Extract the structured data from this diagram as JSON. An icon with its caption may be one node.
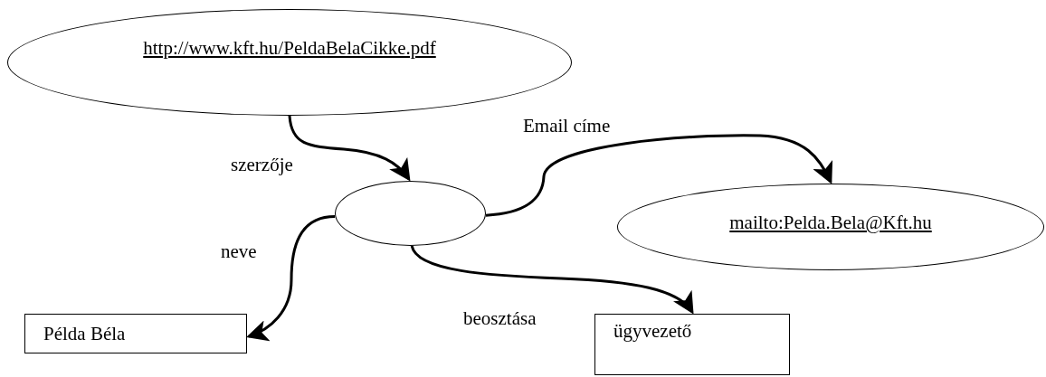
{
  "diagram": {
    "nodes": [
      {
        "text": [
          "http://www.kft.hu/PeldaBelaCikke.pdf"
        ]
      },
      {
        "text": [],
        "shape": "ellipse"
      },
      {
        "text": [
          "mailto:Pelda.Bela@Kft.hu"
        ]
      },
      {
        "text": [
          "Példa Béla"
        ]
      },
      {
        "text": [
          "ügyvezető"
        ]
      }
    ],
    "edges": [
      {
        "from": 0,
        "to": 1,
        "arrow": "to",
        "label": "szerzője"
      },
      {
        "from": 1,
        "to": 2,
        "arrow": "to",
        "label": "Email címe"
      },
      {
        "from": 1,
        "to": 3,
        "arrow": "to",
        "label": "neve"
      },
      {
        "from": 1,
        "to": 4,
        "arrow": "to",
        "label": "beosztása"
      }
    ]
  }
}
